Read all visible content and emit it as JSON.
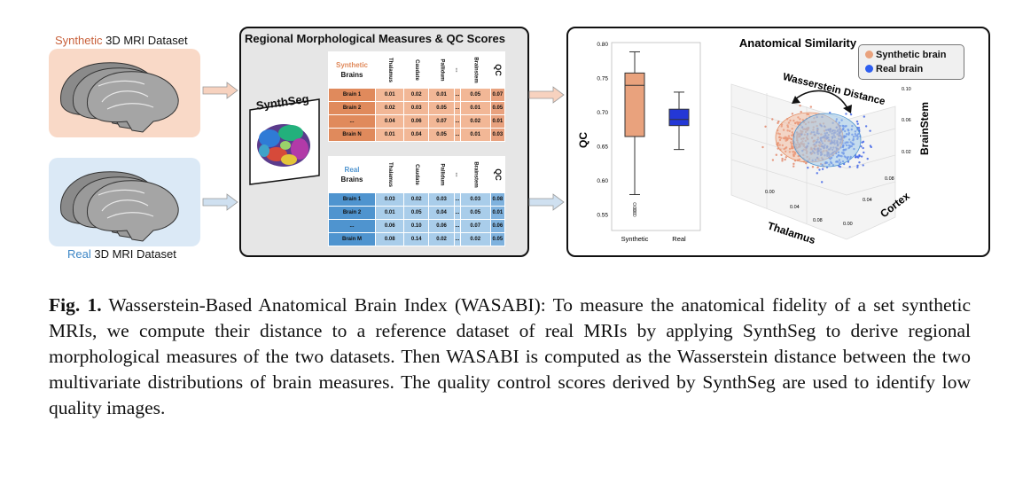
{
  "datasets": {
    "synthetic": {
      "prefix": "Synthetic",
      "suffix": " 3D MRI Dataset"
    },
    "real": {
      "prefix": "Real",
      "suffix": " 3D MRI Dataset"
    }
  },
  "middle_panel": {
    "title": "Regional Morphological Measures & QC Scores",
    "synthseg_label": "SynthSeg",
    "columns": [
      "Thalamus",
      "Caudate",
      "Pallidum",
      "...",
      "Brainstem",
      "QC"
    ],
    "synthetic_table": {
      "header": [
        "Synthetic",
        "Brains"
      ],
      "rows": [
        {
          "name": "Brain 1",
          "values": [
            "0.01",
            "0.02",
            "0.01",
            "...",
            "0.05",
            "0.07"
          ]
        },
        {
          "name": "Brain 2",
          "values": [
            "0.02",
            "0.03",
            "0.05",
            "...",
            "0.01",
            "0.05"
          ]
        },
        {
          "name": "...",
          "values": [
            "0.04",
            "0.06",
            "0.07",
            "...",
            "0.02",
            "0.01"
          ]
        },
        {
          "name": "Brain N",
          "values": [
            "0.01",
            "0.04",
            "0.05",
            "...",
            "0.01",
            "0.03"
          ]
        }
      ]
    },
    "real_table": {
      "header": [
        "Real",
        "Brains"
      ],
      "rows": [
        {
          "name": "Brain 1",
          "values": [
            "0.03",
            "0.02",
            "0.03",
            "...",
            "0.03",
            "0.08"
          ]
        },
        {
          "name": "Brain 2",
          "values": [
            "0.01",
            "0.05",
            "0.04",
            "...",
            "0.05",
            "0.01"
          ]
        },
        {
          "name": "...",
          "values": [
            "0.06",
            "0.10",
            "0.06",
            "...",
            "0.07",
            "0.06"
          ]
        },
        {
          "name": "Brain M",
          "values": [
            "0.08",
            "0.14",
            "0.02",
            "...",
            "0.02",
            "0.05"
          ]
        }
      ]
    }
  },
  "right_panel": {
    "title": "Anatomical Similarity",
    "legend": [
      "Synthetic brain",
      "Real brain"
    ],
    "wasserstein_label": "Wasserstein Distance",
    "axis_thalamus": "Thalamus",
    "axis_cortex": "Cortex",
    "axis_brainstem": "BrainStem",
    "thalamus_ticks": [
      "0.00",
      "0.04",
      "0.08"
    ],
    "cortex_ticks": [
      "0.00",
      "0.04",
      "0.08"
    ],
    "brainstem_ticks": [
      "0.02",
      "0.06",
      "0.10"
    ]
  },
  "colors": {
    "synthetic": "#e9a27d",
    "synthetic_row": "#f2b796",
    "synthetic_name": "#e08a5c",
    "real": "#2438d6",
    "real_row": "#a9cdea",
    "real_name": "#4f94cf",
    "qc_column": "#9a9a9a"
  },
  "chart_data": {
    "type": "box",
    "title": "",
    "xlabel": "",
    "ylabel": "QC",
    "categories": [
      "Synthetic",
      "Real"
    ],
    "ylim": [
      0.53,
      0.8
    ],
    "yticks": [
      "0.80",
      "0.75",
      "0.70",
      "0.65",
      "0.60",
      "0.55"
    ],
    "boxes": [
      {
        "name": "Synthetic",
        "whisker_low": 0.58,
        "q1": 0.665,
        "median": 0.74,
        "q3": 0.758,
        "whisker_high": 0.789,
        "outliers": [
          0.566,
          0.561,
          0.558,
          0.556,
          0.553,
          0.55
        ],
        "color": "#e9a27d"
      },
      {
        "name": "Real",
        "whisker_low": 0.646,
        "q1": 0.681,
        "median": 0.69,
        "q3": 0.705,
        "whisker_high": 0.73,
        "outliers": [],
        "color": "#2438d6"
      }
    ]
  },
  "caption": {
    "label": "Fig. 1.",
    "text": " Wasserstein-Based Anatomical Brain Index (WASABI): To measure the anatomical fidelity of a set synthetic MRIs, we compute their distance to a reference dataset of real MRIs by applying SynthSeg to derive regional morphological measures of the two datasets. Then WASABI is computed as the Wasserstein distance between the two multivariate distributions of brain measures. The quality control scores derived by SynthSeg are used to identify low quality images."
  }
}
